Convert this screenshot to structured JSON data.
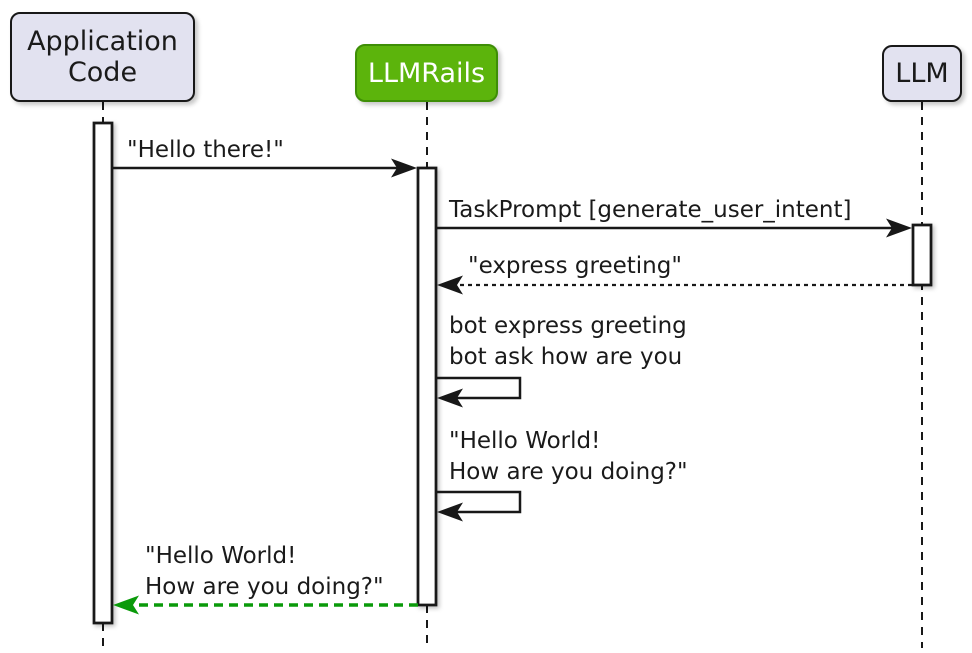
{
  "diagram": {
    "type": "sequence-diagram",
    "participants": [
      {
        "name": "Application Code",
        "lines": [
          "Application",
          "Code"
        ],
        "highlighted": false
      },
      {
        "name": "LLMRails",
        "lines": [
          "LLMRails"
        ],
        "highlighted": true
      },
      {
        "name": "LLM",
        "lines": [
          "LLM"
        ],
        "highlighted": false
      }
    ],
    "messages": [
      {
        "from": "Application Code",
        "to": "LLMRails",
        "style": "solid",
        "lines": [
          "\"Hello there!\""
        ]
      },
      {
        "from": "LLMRails",
        "to": "LLM",
        "style": "solid",
        "lines": [
          "TaskPrompt [generate_user_intent]"
        ]
      },
      {
        "from": "LLM",
        "to": "LLMRails",
        "style": "dotted",
        "lines": [
          "\"express greeting\""
        ]
      },
      {
        "from": "LLMRails",
        "to": "LLMRails",
        "style": "self",
        "lines": [
          "bot express greeting",
          "bot ask how are you"
        ]
      },
      {
        "from": "LLMRails",
        "to": "LLMRails",
        "style": "self",
        "lines": [
          "\"Hello World!",
          "How are you doing?\""
        ]
      },
      {
        "from": "LLMRails",
        "to": "Application Code",
        "style": "dashed-green",
        "lines": [
          "\"Hello World!",
          "How are you doing?\""
        ]
      }
    ],
    "colors": {
      "participant_fill": "#e2e2f0",
      "participant_border": "#181818",
      "highlight_fill": "#5cb40c",
      "highlight_border": "#3e8e06",
      "highlight_text": "#ffffff",
      "line": "#181818",
      "return_green": "#0a9a0a",
      "background": "#ffffff",
      "text": "#1a1a1a"
    }
  }
}
